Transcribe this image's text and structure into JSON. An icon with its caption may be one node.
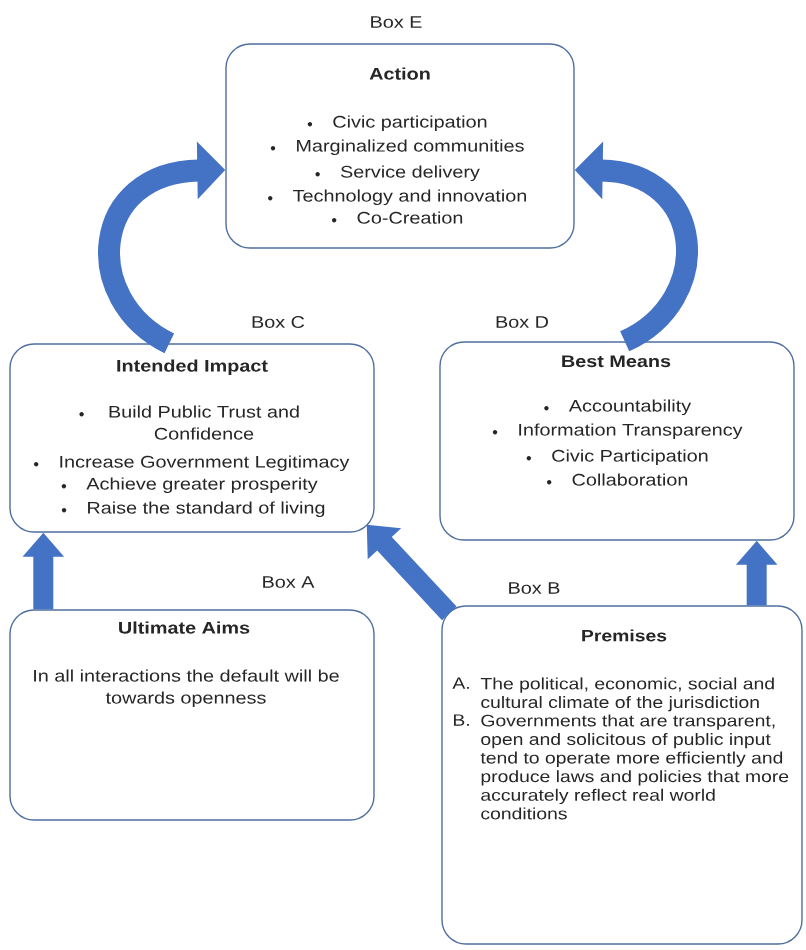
{
  "diagram": {
    "nodes": [
      {
        "text": [
          "Action",
          "Civic participation",
          "Marginalized communities",
          "Service delivery",
          "Technology and innovation",
          "Co-Creation"
        ],
        "beside": [
          "Box E"
        ]
      },
      {
        "text": [
          "Intended Impact",
          "Build Public Trust and Confidence",
          "Increase Government Legitimacy",
          "Achieve greater prosperity",
          "Raise the standard of living"
        ],
        "beside": [
          "Box C"
        ]
      },
      {
        "text": [
          "Best Means",
          "Accountability",
          "Information Transparency",
          "Civic Participation",
          "Collaboration"
        ],
        "beside": [
          "Box D"
        ]
      },
      {
        "text": [
          "Ultimate Aims",
          "In all interactions the default will be towards openness"
        ],
        "beside": [
          "Box A"
        ]
      },
      {
        "text": [
          "Premises",
          "A.",
          "The political, economic, social and cultural climate of the jurisdiction",
          "B.",
          "Governments that are transparent, open and solicitous of public input tend to operate more efficiently and produce laws and policies that more accurately reflect real world conditions"
        ],
        "beside": [
          "Box B"
        ]
      }
    ],
    "edges": [
      {
        "from": 1,
        "to": 0,
        "arrow": "to"
      },
      {
        "from": 2,
        "to": 0,
        "arrow": "to"
      },
      {
        "from": 3,
        "to": 1,
        "arrow": "to"
      },
      {
        "from": 4,
        "to": 1,
        "arrow": "to"
      },
      {
        "from": 4,
        "to": 2,
        "arrow": "to"
      }
    ]
  }
}
